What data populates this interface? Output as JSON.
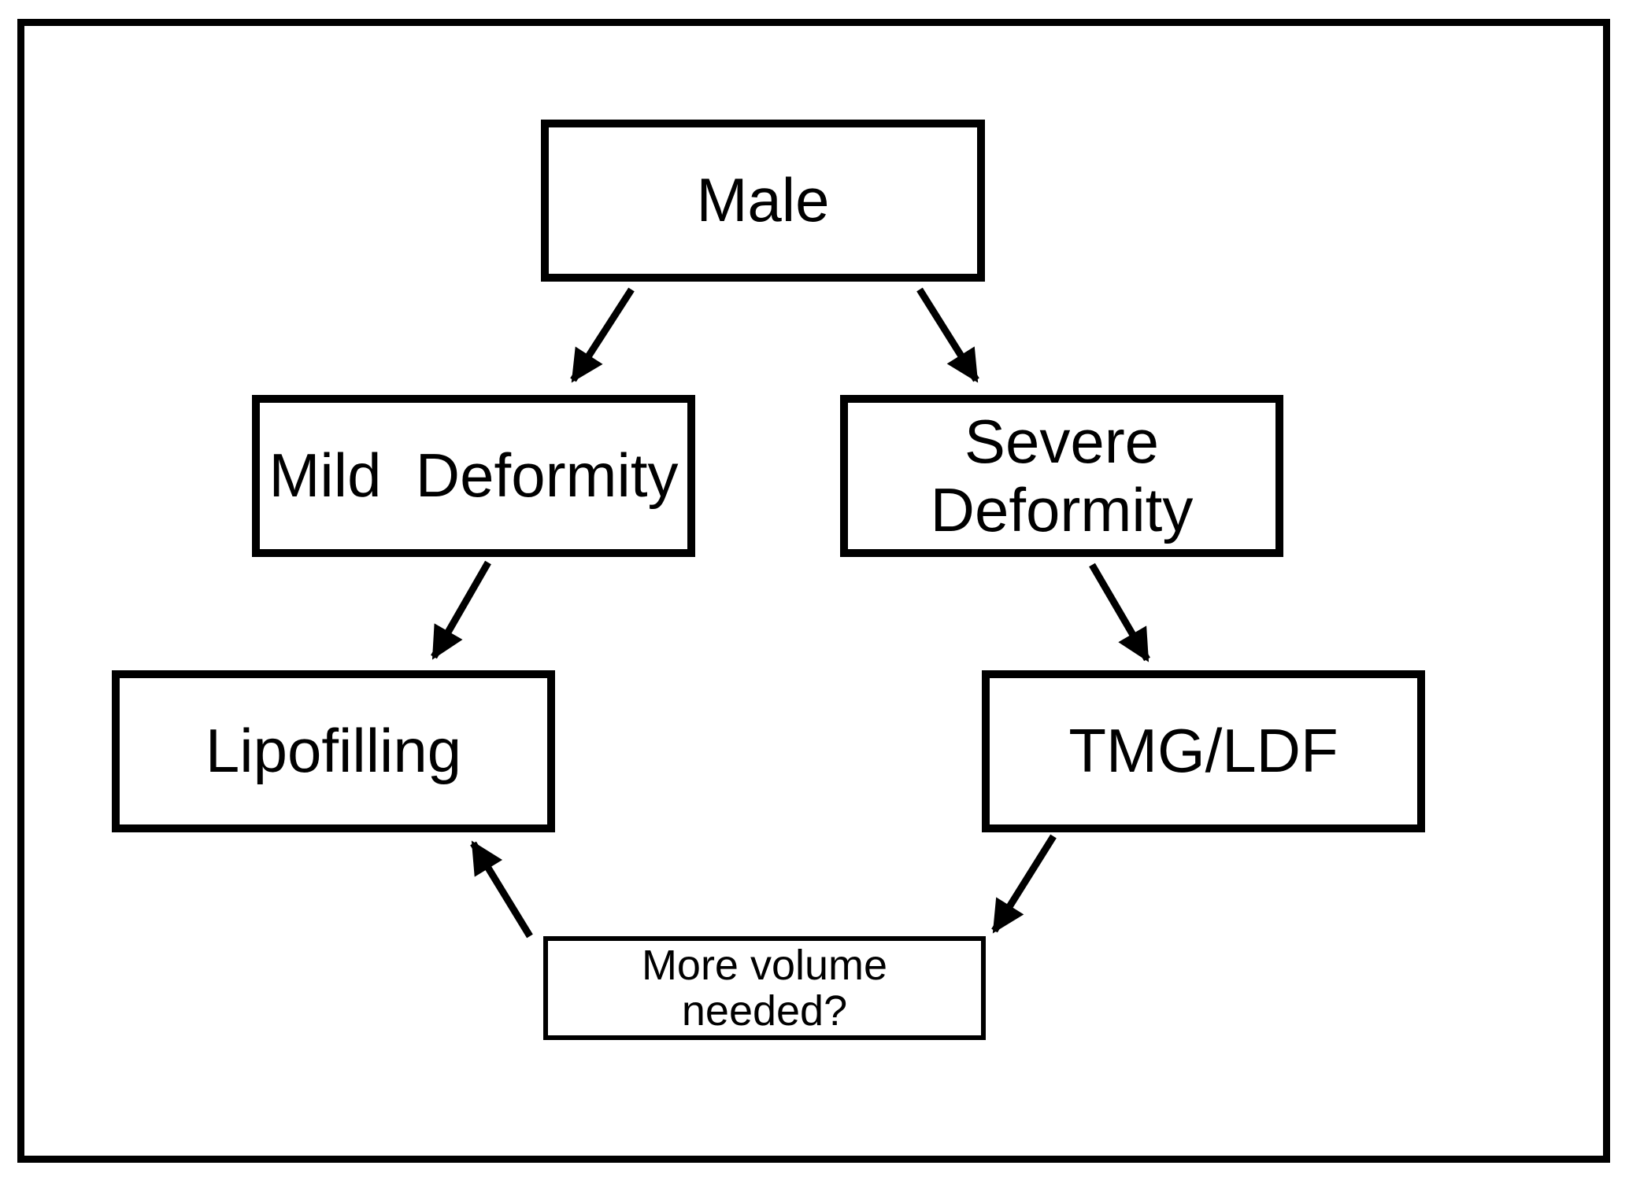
{
  "diagram": {
    "type": "flowchart",
    "background_color": "#ffffff",
    "stroke_color": "#000000",
    "nodes": {
      "male": {
        "label": "Male"
      },
      "mild_deformity": {
        "label": "Mild  Deformity"
      },
      "severe_deformity": {
        "label": "Severe\nDeformity"
      },
      "lipofilling": {
        "label": "Lipofilling"
      },
      "tmg_ldf": {
        "label": "TMG/LDF"
      },
      "more_volume": {
        "label": "More volume\nneeded?"
      }
    },
    "edges": [
      {
        "from": "male",
        "to": "mild_deformity"
      },
      {
        "from": "male",
        "to": "severe_deformity"
      },
      {
        "from": "mild_deformity",
        "to": "lipofilling"
      },
      {
        "from": "severe_deformity",
        "to": "tmg_ldf"
      },
      {
        "from": "tmg_ldf",
        "to": "more_volume"
      },
      {
        "from": "more_volume",
        "to": "lipofilling"
      }
    ]
  }
}
